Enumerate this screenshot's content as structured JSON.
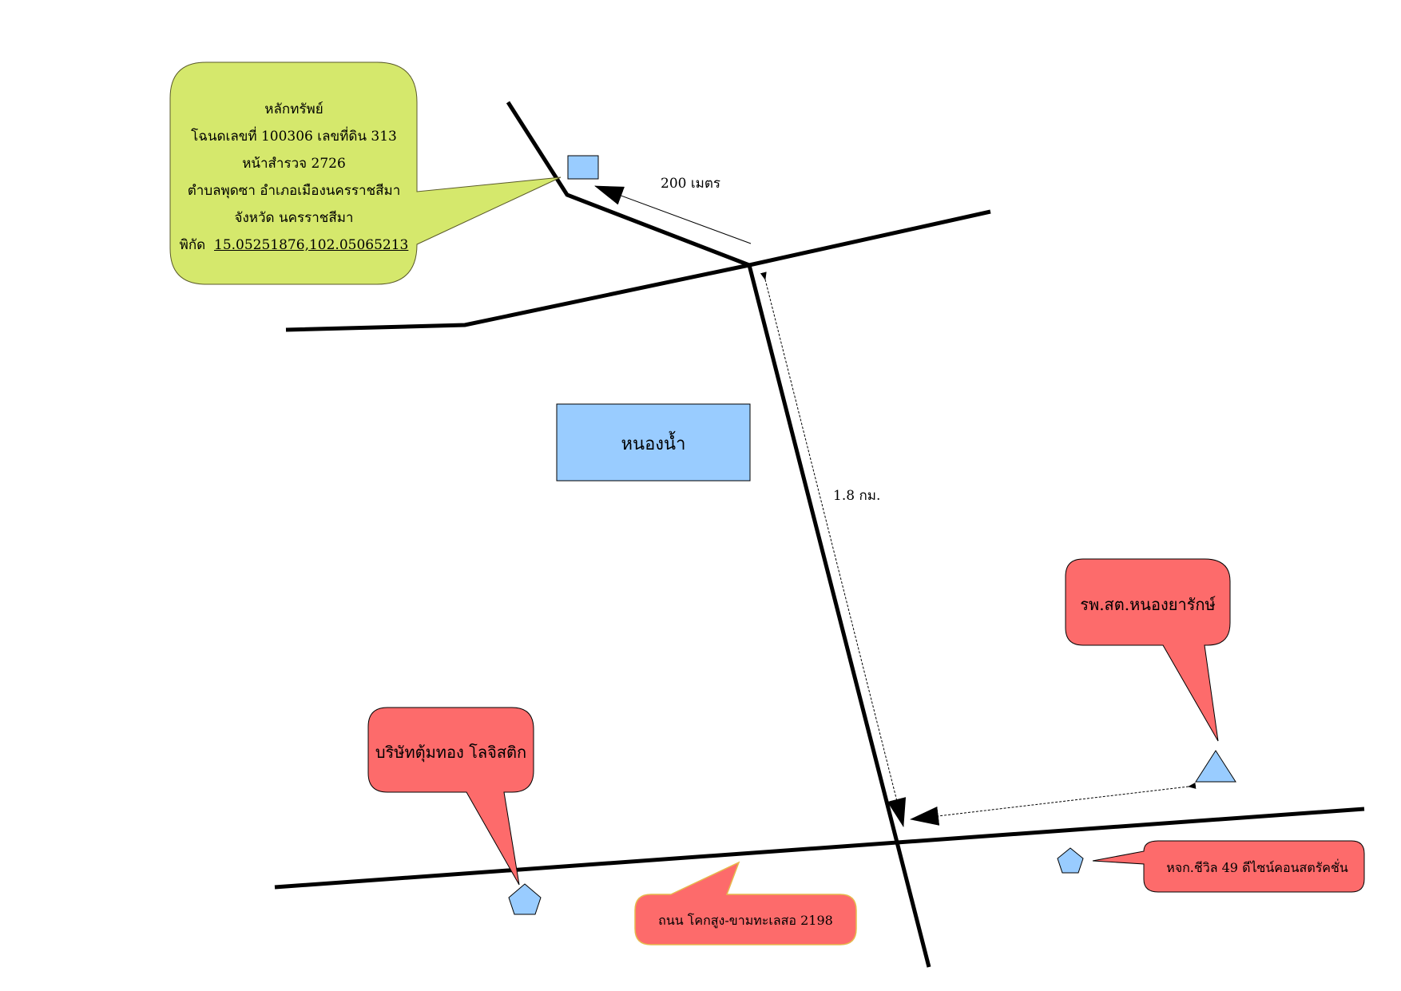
{
  "asset_callout": {
    "title": "หลักทรัพย์",
    "deed_line": "โฉนดเลขที่ 100306 เลขที่ดิน 313",
    "survey_line": "หน้าสำรวจ  2726",
    "location_line": "ตำบลพุดซา อำเภอเมืองนครราชสีมา",
    "province_line": "จังหวัด นครราชสีมา",
    "coord_label": "พิกัด",
    "coord_value": "15.05251876,102.05065213"
  },
  "labels": {
    "dist_200": "200 เมตร",
    "dist_1_8": "1.8 กม.",
    "pond": "หนองน้ำ",
    "hospital": "รพ.สต.หนองยารักษ์",
    "company": "บริษัทตุ้มทอง โลจิสติก",
    "road": "ถนน โคกสูง-ขามทะเลสอ  2198",
    "partnership": "หจก.ชีวิล 49 ดีไซน์คอนสตรัคชั่น"
  },
  "colors": {
    "asset_fill": "#d5e86c",
    "callout_red": "#fd6b6b",
    "marker_blue": "#99ccff",
    "road": "#000000"
  },
  "icons": {
    "asset": "square-marker",
    "hospital": "triangle-marker",
    "company": "pentagon-marker",
    "partnership": "pentagon-marker"
  }
}
